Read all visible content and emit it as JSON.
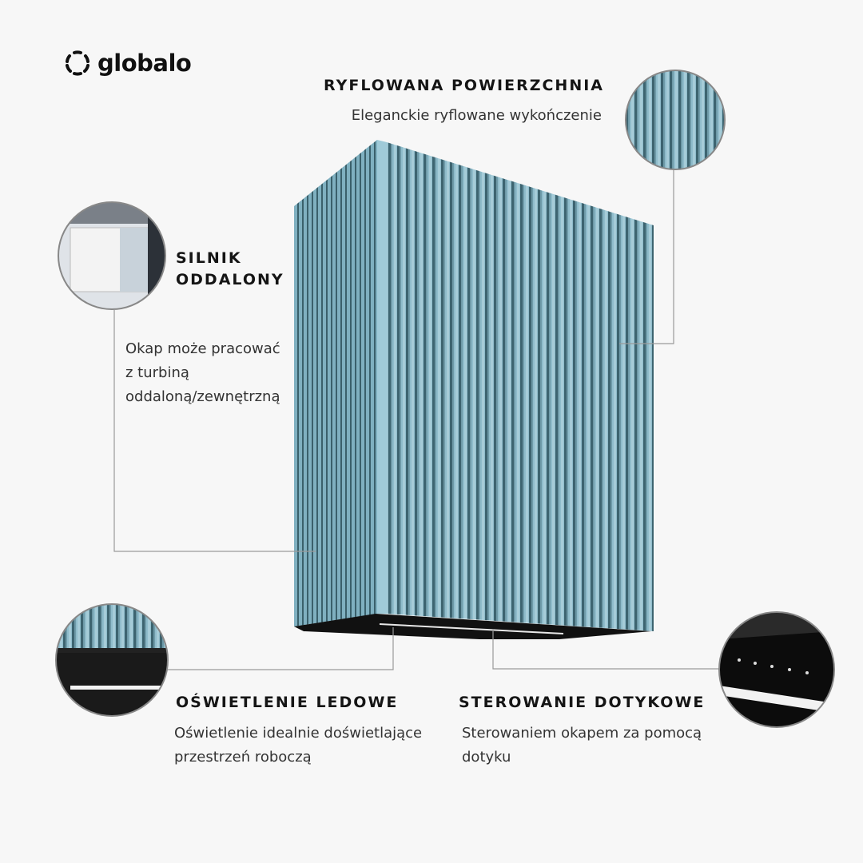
{
  "brand": {
    "name": "globalo"
  },
  "features": [
    {
      "title": "RYFLOWANA POWIERZCHNIA",
      "lines": [
        "Eleganckie ryflowane wykończenie"
      ]
    },
    {
      "title_lines": [
        "SILNIK",
        "ODDALONY"
      ],
      "lines": [
        "Okap może pracować",
        "z turbiną",
        "oddaloną/zewnętrzną"
      ]
    },
    {
      "title": "OŚWIETLENIE LEDOWE",
      "lines": [
        "Oświetlenie idealnie doświetlające",
        "przestrzeń roboczą"
      ]
    },
    {
      "title": "STEROWANIE DOTYKOWE",
      "lines": [
        "Sterowaniem okapem za pomocą",
        "dotyku"
      ]
    }
  ],
  "colors": {
    "hood": "#8fbccb",
    "groove": "#3d6470",
    "base": "#111111",
    "line": "#9a9a9a"
  }
}
